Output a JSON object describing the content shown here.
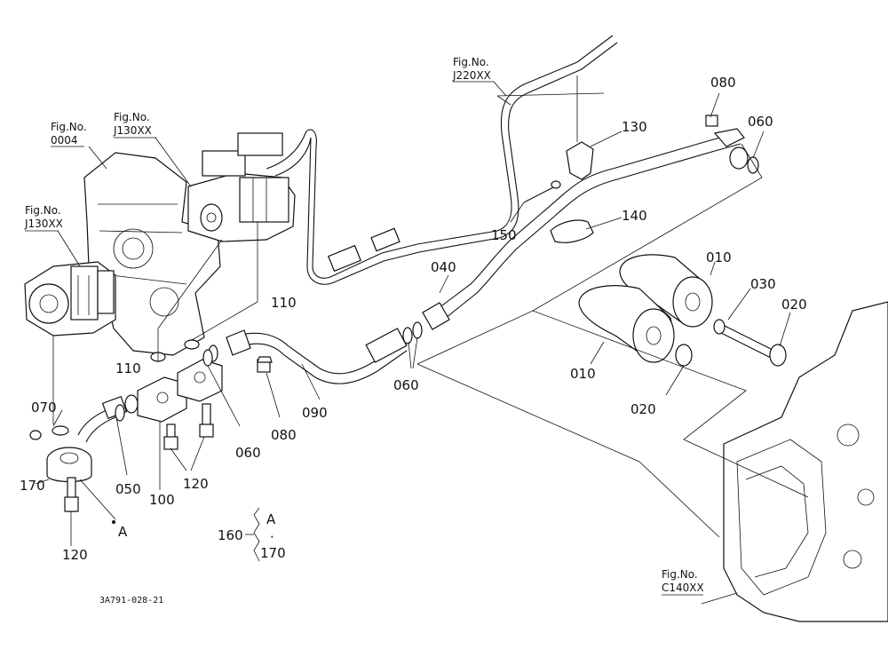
{
  "diagram": {
    "code": "3A791-028-21",
    "fig_refs": {
      "fig_0004": [
        "Fig.No.",
        "0004"
      ],
      "fig_j130_top": [
        "Fig.No.",
        "J130XX"
      ],
      "fig_j130_left": [
        "Fig.No.",
        "J130XX"
      ],
      "fig_j220": [
        "Fig.No.",
        "J220XX"
      ],
      "fig_c140": [
        "Fig.No.",
        "C140XX"
      ]
    },
    "callouts": {
      "p010_upper": "010",
      "p010_lower": "010",
      "p020_right": "020",
      "p020_lower": "020",
      "p030": "030",
      "p040": "040",
      "p050": "050",
      "p060_top": "060",
      "p060_mid": "060",
      "p060_left": "060",
      "p070": "070",
      "p080_top": "080",
      "p080_mid": "080",
      "p090": "090",
      "p100": "100",
      "p110_left": "110",
      "p110_right": "110",
      "p120_mid": "120",
      "p120_left": "120",
      "p130": "130",
      "p140": "140",
      "p150": "150",
      "p160": "160",
      "p170_left": "170",
      "p170_set": "170"
    },
    "markers": {
      "a_point": "A",
      "a_set": "A",
      "set_dot": "·"
    }
  }
}
